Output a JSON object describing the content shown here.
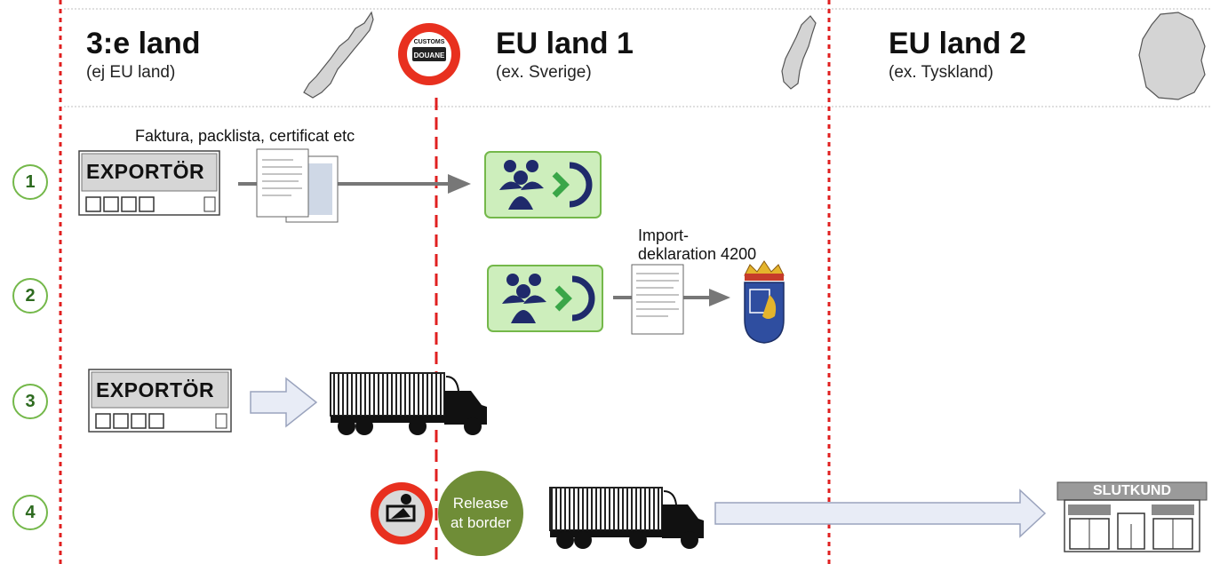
{
  "columns": [
    {
      "title": "3:e land",
      "subtitle": "(ej EU land)"
    },
    {
      "title": "EU land 1",
      "subtitle": "(ex. Sverige)"
    },
    {
      "title": "EU land 2",
      "subtitle": "(ex. Tyskland)"
    }
  ],
  "customs_sign": {
    "line1": "CUSTOMS",
    "line2": "DOUANE"
  },
  "steps": [
    "1",
    "2",
    "3",
    "4"
  ],
  "row1": {
    "documents_label": "Faktura, packlista, certificat etc",
    "exporter_label": "EXPORTÖR"
  },
  "row2": {
    "declaration_label_line1": "Import-",
    "declaration_label_line2": "deklaration 4200"
  },
  "row3": {
    "exporter_label": "EXPORTÖR"
  },
  "row4": {
    "release_line1": "Release",
    "release_line2": "at border",
    "customer_label": "SLUTKUND"
  },
  "colors": {
    "grid_red": "#e02020",
    "green_step": "#74b84a",
    "release_green": "#6f8d37",
    "agent_box": "#cdeebc",
    "agent_navy": "#1f2a6b",
    "agent_green": "#3aa648"
  }
}
